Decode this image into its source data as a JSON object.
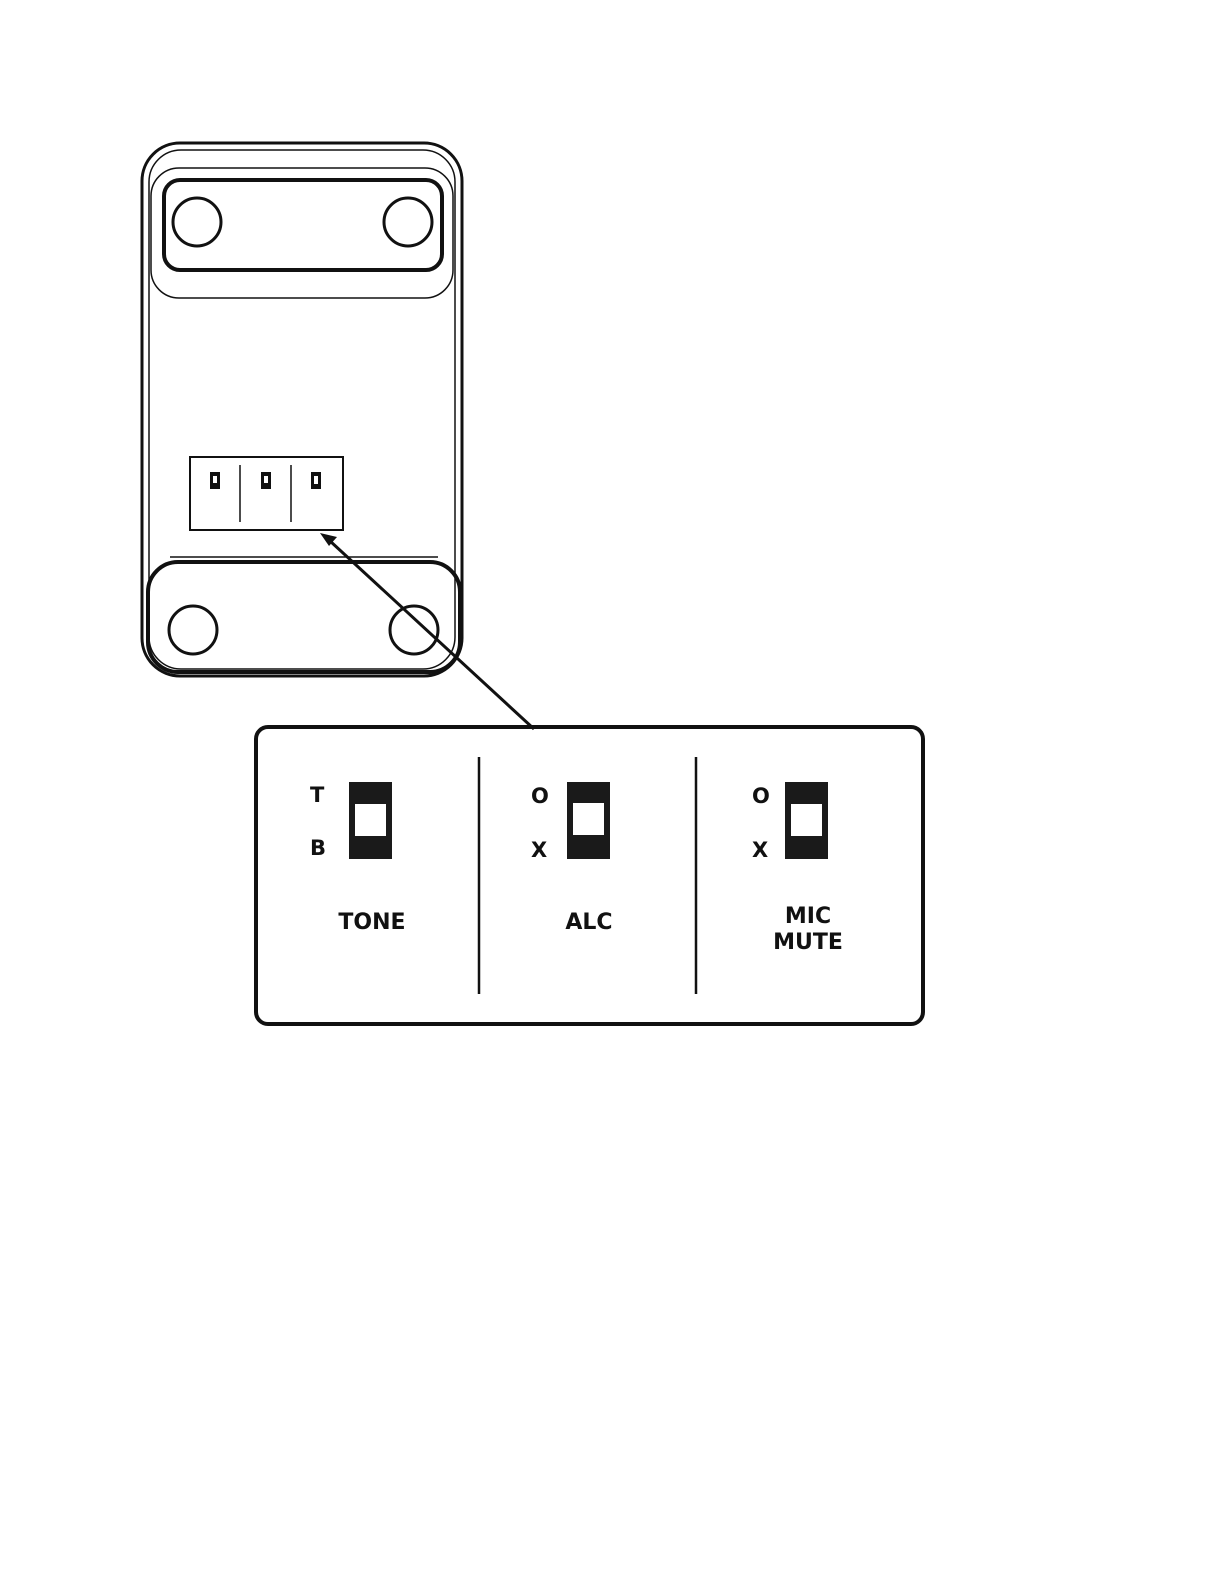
{
  "colors": {
    "ink": "#111111",
    "background": "#ffffff",
    "switch_body": "#1a1a1a",
    "switch_knob": "#ffffff"
  },
  "switches": [
    {
      "name_lines": [
        "TONE"
      ],
      "top_label": "T",
      "bottom_label": "B"
    },
    {
      "name_lines": [
        "ALC"
      ],
      "top_label": "O",
      "bottom_label": "X"
    },
    {
      "name_lines": [
        "MIC",
        "MUTE"
      ],
      "top_label": "O",
      "bottom_label": "X"
    }
  ]
}
